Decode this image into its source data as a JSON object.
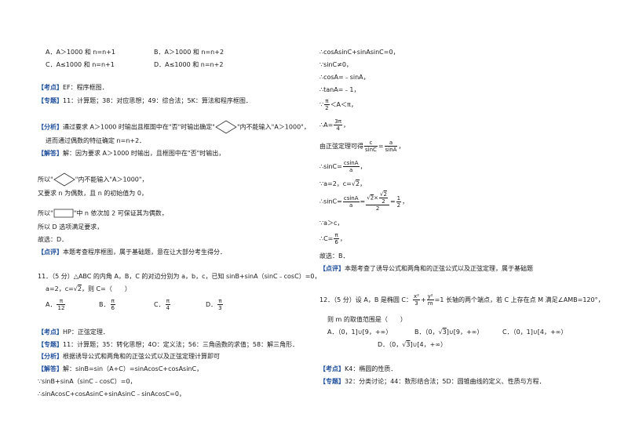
{
  "left": {
    "opt_a": "A．A＞1000 和 n=n+1",
    "opt_b": "B．A＞1000 和 n=n+2",
    "opt_c": "C．A≤1000 和 n=n+1",
    "opt_d": "D．A≤1000 和 n=n+2",
    "kaodian_tag": "【考点】",
    "kaodian_text": "EF：程序框图．",
    "zhuanti_tag": "【专题】",
    "zhuanti_text": "11：计算题；38：对应思想；49：综合法；5K：算法和程序框图．",
    "fenxi_tag": "【分析】",
    "fenxi_text_1": "通过要求 A＞1000 时输出且框图中在\"否\"时输出确定\"",
    "fenxi_text_2": "\"内不能输入\"A＞1000\"，",
    "fenxi_line2": "进而通过偶数的特征确定 n=n+2．",
    "jieda_tag": "【解答】",
    "jieda_text": "解：因为要求 A＞1000 时输出，且框图中在\"否\"时输出，",
    "suoyi_1a": "所以\"",
    "suoyi_1b": "\"内不能输入\"A＞1000\"，",
    "youyao": "又要求 n 为偶数，且 n 的初始值为 0，",
    "suoyi_2a": "所以\"",
    "suoyi_2b": "\"中 n 依次加 2 可保证其为偶数，",
    "suoyi_3": "所以 D 选项满足要求，",
    "guxuan_d": "故选：D．",
    "dianping_tag": "【点评】",
    "dianping_text": "本题考查程序框图，属于基础题，意在让大部分考生得分．",
    "q11_line1": "11．（5 分）△ABC 的内角 A，B，C 的对边分别为 a，b，c，已知 sinB+sinA（sinC﹣cosC）=0，",
    "q11_line2a": "a=2，c=",
    "q11_sqrt2": "2",
    "q11_line2b": "，则 C=（　　）",
    "q11_a": "A．",
    "q11_b": "B．",
    "q11_c": "C．",
    "q11_d": "D．",
    "pi": "π",
    "q11_a_den": "12",
    "q11_b_den": "6",
    "q11_c_den": "4",
    "q11_d_den": "3",
    "k11_text": "HP：正弦定理．",
    "z11_text": "11：计算题；35：转化思想；4O：定义法；56：三角函数的求值；58：解三角形．",
    "f11_text": "根据诱导公式和两角和的正弦公式以及正弦定理计算即可",
    "j11_text": "解：sinB=sin（A+C）=sinAcosC+cosAsinC，",
    "s11_1": "∵sinB+sinA（sinC﹣cosC）=0，",
    "s11_2": "∴sinAcosC+cosAsinC+sinAsinC﹣sinAcosC=0，"
  },
  "right": {
    "r1": "∴cosAsinC+sinAsinC=0，",
    "r2": "∵sinC≠0，",
    "r3": "∴cosA=﹣sinA，",
    "r4": "∴tanA=﹣1，",
    "r5a": "∵",
    "r5b": "＜A＜π，",
    "r5_num": "π",
    "r5_den": "2",
    "r6a": "∴A=",
    "r6_num": "3π",
    "r6_den": "4",
    "r6b": "，",
    "r7a": "由正弦定理可得",
    "r7_c": "c",
    "r7_sinc": "sinC",
    "r7_eq": "=",
    "r7_a": "a",
    "r7_sina": "sinA",
    "r7b": "，",
    "r8a": "∴sinC=",
    "r8_num": "csinA",
    "r8_den": "a",
    "r8b": "，",
    "r9a": "∵a=2，c=",
    "r9_sqrt": "2",
    "r9b": "，",
    "r10a": "∴sinC=",
    "r10_num": "csinA",
    "r10_den": "a",
    "r10_eq1": "=",
    "r10_n1": "2",
    "r10_times": "×",
    "r10_n2": "2",
    "r10_d2": "2",
    "r10_dd": "2",
    "r10_eq2": "=",
    "r10_half_num": "1",
    "r10_half_den": "2",
    "r10b": "，",
    "r11": "∵a＞c，",
    "r12a": "∴C=",
    "r12_num": "π",
    "r12_den": "6",
    "r12b": "，",
    "guxuan_b": "故选：B．",
    "dp11_tag": "【点评】",
    "dp11_text": "本题考查了诱导公式和两角和的正弦公式以及正弦定理，属于基础题",
    "q12a": "12．（5 分）设 A，B 是椭圆 C：",
    "q12_x2": "x²",
    "q12_3": "3",
    "q12_plus": "+",
    "q12_y2": "y²",
    "q12_m": "m",
    "q12b": "=1 长轴的两个端点，若 C 上存在点 M 满足∠AMB=120°，",
    "q12_line2": "则 m 的取值范围是（　　）",
    "q12_a": "A．（0，1]∪[9，+∞）",
    "q12_b_1": "B．（0，",
    "q12_b_sqrt": "3",
    "q12_b_2": "]∪[9，+∞）",
    "q12_c": "C．（0，1]∪[4，+∞）",
    "q12_d_1": "D．（0，",
    "q12_d_sqrt": "3",
    "q12_d_2": "]∪[4，+∞）",
    "k12_tag": "【考点】",
    "k12_text": "K4：椭圆的性质．",
    "z12_tag": "【专题】",
    "z12_text": "32：分类讨论；44：数形结合法；5D：圆锥曲线的定义、性质与方程．"
  },
  "colors": {
    "tag": "#1f4e9c",
    "text": "#1a1a1a"
  },
  "icons": {
    "diamond": "decision-diamond-shape",
    "rect": "process-rect-shape"
  }
}
